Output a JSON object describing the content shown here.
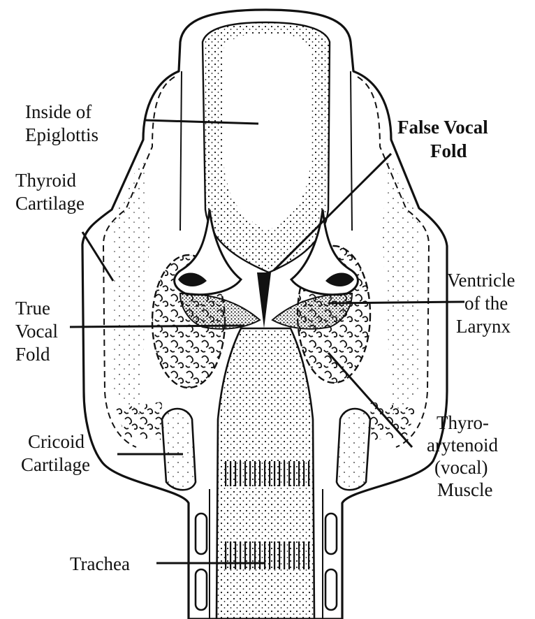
{
  "labels": {
    "epiglottis": [
      "Inside of",
      "Epiglottis"
    ],
    "thyroid": [
      "Thyroid",
      "Cartilage"
    ],
    "true_fold": [
      "True",
      "Vocal",
      "Fold"
    ],
    "cricoid": [
      "Cricoid",
      "Cartilage"
    ],
    "trachea": [
      "Trachea"
    ],
    "false_fold": [
      "False Vocal",
      "Fold"
    ],
    "ventricle": [
      "Ventricle",
      "of the",
      "Larynx"
    ],
    "muscle": [
      "Thyro-",
      "arytenoid",
      "(vocal)",
      "Muscle"
    ]
  }
}
